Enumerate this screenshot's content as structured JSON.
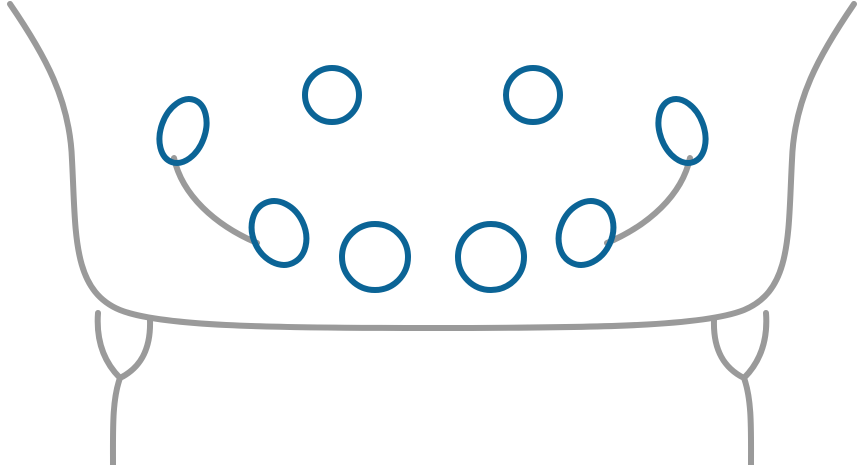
{
  "colors": {
    "outline": "#9a9a9a",
    "marker": "#0b6496",
    "background": "#ffffff"
  },
  "markers": [
    {
      "id": "upper-left-oval",
      "shape": "ellipse"
    },
    {
      "id": "upper-left-circle",
      "shape": "circle"
    },
    {
      "id": "upper-right-circle",
      "shape": "circle"
    },
    {
      "id": "upper-right-oval",
      "shape": "ellipse"
    },
    {
      "id": "lower-left-oval",
      "shape": "ellipse"
    },
    {
      "id": "lower-left-circle",
      "shape": "circle"
    },
    {
      "id": "lower-right-circle",
      "shape": "circle"
    },
    {
      "id": "lower-right-oval",
      "shape": "ellipse"
    }
  ]
}
